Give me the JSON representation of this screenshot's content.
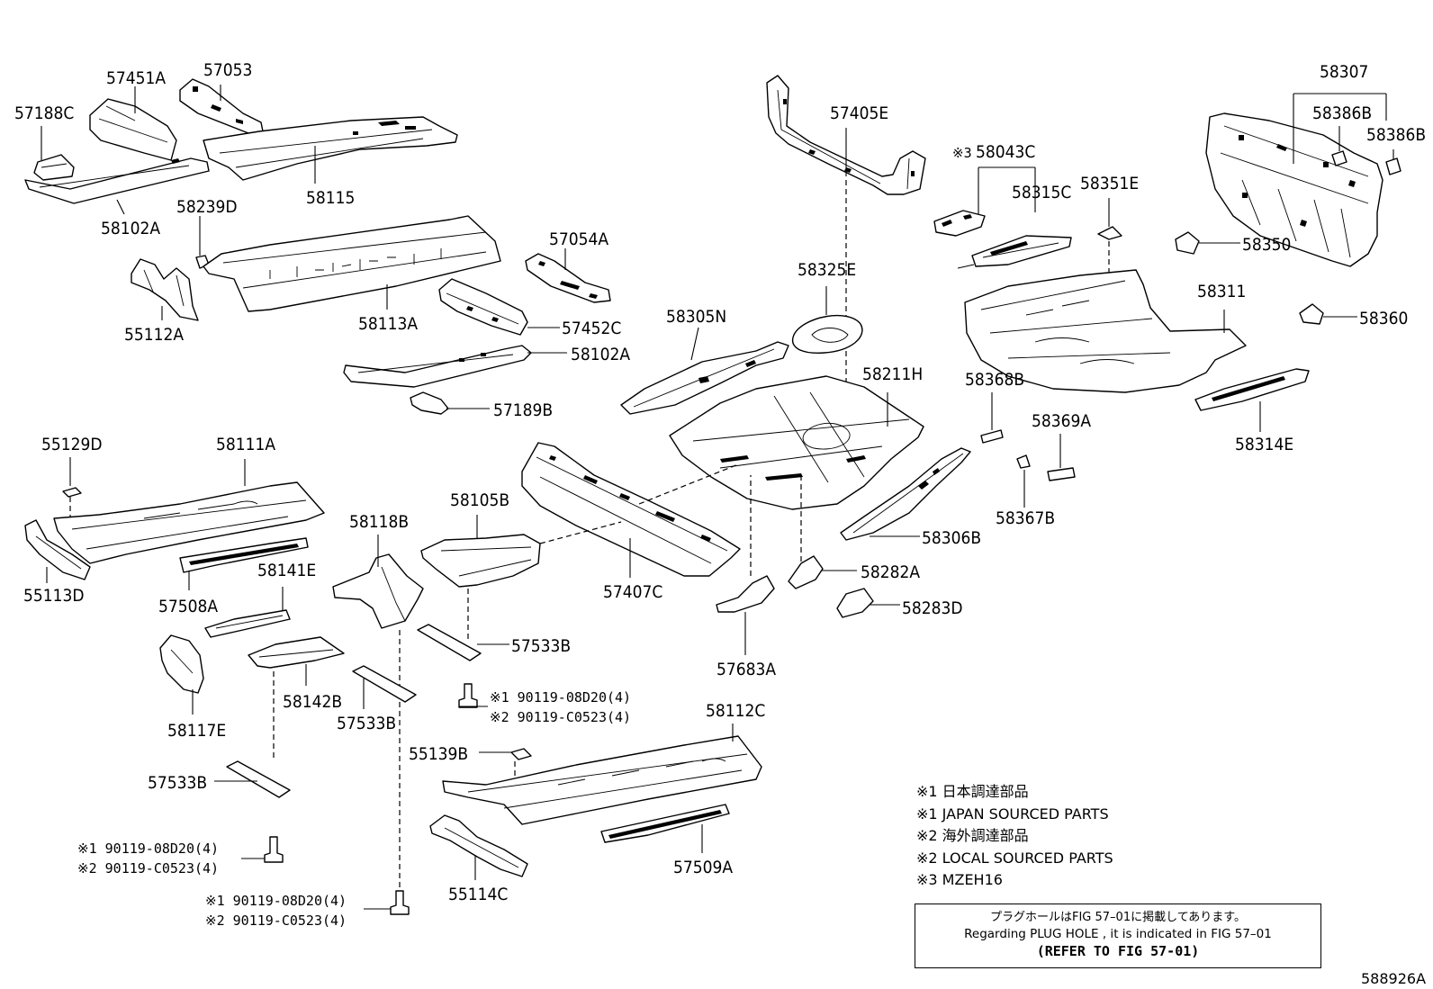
{
  "part_labels": {
    "p57451A": "57451A",
    "p57053": "57053",
    "p57188C": "57188C",
    "p58115": "58115",
    "p58102A_1": "58102A",
    "p58239D": "58239D",
    "p55112A": "55112A",
    "p58113A": "58113A",
    "p57054A": "57054A",
    "p57452C": "57452C",
    "p58102A_2": "58102A",
    "p57189B": "57189B",
    "p57405E": "57405E",
    "p58043C": "58043C",
    "p58315C": "58315C",
    "p58351E": "58351E",
    "p58307": "58307",
    "p58386B_1": "58386B",
    "p58386B_2": "58386B",
    "p58350": "58350",
    "p58311": "58311",
    "p58360": "58360",
    "p58325E": "58325E",
    "p58305N": "58305N",
    "p58211H": "58211H",
    "p58368B": "58368B",
    "p58369A": "58369A",
    "p58314E": "58314E",
    "p58367B": "58367B",
    "p58306B": "58306B",
    "p55129D": "55129D",
    "p58111A": "58111A",
    "p55113D": "55113D",
    "p57508A": "57508A",
    "p58141E": "58141E",
    "p58118B": "58118B",
    "p58105B": "58105B",
    "p57407C": "57407C",
    "p58282A": "58282A",
    "p58283D": "58283D",
    "p57683A": "57683A",
    "p57533B_1": "57533B",
    "p57533B_2": "57533B",
    "p57533B_3": "57533B",
    "p58142B": "58142B",
    "p58117E": "58117E",
    "p58112C": "58112C",
    "p55139B": "55139B",
    "p57509A": "57509A",
    "p55114C": "55114C"
  },
  "mark3_prefix": "※3",
  "bolts": {
    "b1_l1": "※1 90119-08D20(4)",
    "b1_l2": "※2 90119-C0523(4)",
    "b2_l1": "※1 90119-08D20(4)",
    "b2_l2": "※2 90119-C0523(4)",
    "b3_l1": "※1 90119-08D20(4)",
    "b3_l2": "※2 90119-C0523(4)"
  },
  "notes": [
    "※1 日本調達部品",
    "※1 JAPAN SOURCED PARTS",
    "※2 海外調達部品",
    "※2 LOCAL SOURCED PARTS",
    "※3 MZEH16"
  ],
  "plug_box": {
    "line1": "プラグホールはFIG 57–01に掲載してあります。",
    "line2": "Regarding  PLUG  HOLE , it is indicated in FIG  57–01",
    "line3": "(REFER TO FIG 57-01)"
  },
  "figure_code": "588926A"
}
